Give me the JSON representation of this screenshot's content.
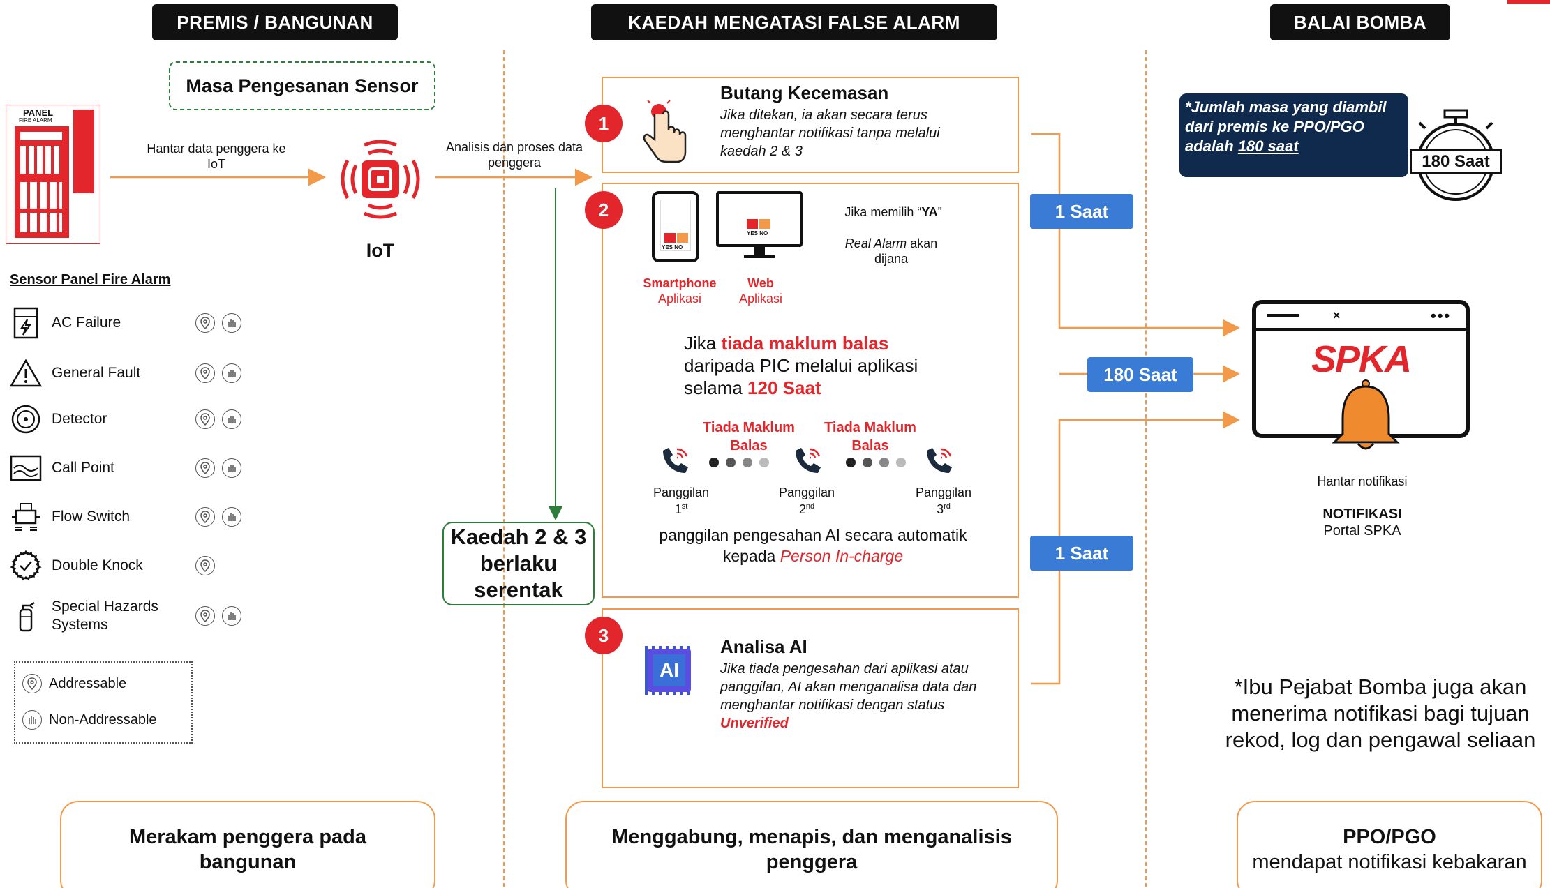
{
  "headers": {
    "left": "PREMIS / BANGUNAN",
    "center": "KAEDAH MENGATASI FALSE ALARM",
    "right": "BALAI BOMBA"
  },
  "left": {
    "sensor_period": "Masa Pengesanan Sensor",
    "panel_title": "PANEL",
    "panel_sub": "FIRE ALARM",
    "send_data": "Hantar data penggera ke IoT",
    "iot_label": "IoT",
    "sensor_panel_title": "Sensor Panel Fire Alarm",
    "sensors": [
      {
        "label": "AC Failure",
        "icon": "plug-icon",
        "addressable": true,
        "non_addressable": true
      },
      {
        "label": "General Fault",
        "icon": "warning-icon",
        "addressable": true,
        "non_addressable": true
      },
      {
        "label": "Detector",
        "icon": "detector-icon",
        "addressable": true,
        "non_addressable": true
      },
      {
        "label": "Call Point",
        "icon": "call-point-icon",
        "addressable": true,
        "non_addressable": true
      },
      {
        "label": "Flow Switch",
        "icon": "flow-switch-icon",
        "addressable": true,
        "non_addressable": true
      },
      {
        "label": "Double Knock",
        "icon": "double-knock-icon",
        "addressable": true,
        "non_addressable": false
      },
      {
        "label": "Special Hazards Systems",
        "icon": "extinguisher-icon",
        "addressable": true,
        "non_addressable": true
      }
    ],
    "legend": {
      "addressable": "Addressable",
      "non_addressable": "Non-Addressable"
    },
    "footer": "Merakam penggera pada bangunan"
  },
  "center": {
    "analysis_label": "Analisis dan proses data penggera",
    "step1": {
      "number": "1",
      "title": "Butang Kecemasan",
      "desc": "Jika ditekan, ia akan secara terus menghantar notifikasi tanpa melalui kaedah 2 & 3"
    },
    "step2": {
      "number": "2",
      "app_yes_no": "YES NO",
      "smartphone": "Smartphone",
      "smartphone_sub": "Aplikasi",
      "web": "Web",
      "web_sub": "Aplikasi",
      "if_yes_prefix": "Jika memilih “",
      "if_yes_bold": "YA",
      "if_yes_suffix": "”",
      "real_alarm_ital": "Real Alarm",
      "real_alarm_rest": " akan dijana",
      "no_reply_1": "Jika ",
      "no_reply_red": "tiada maklum balas",
      "no_reply_2": "daripada PIC melalui aplikasi",
      "no_reply_3": "selama ",
      "no_reply_red2": "120 Saat",
      "tiada_maklum_balas": "Tiada Maklum Balas",
      "call_1": "Panggilan",
      "call_1_ord": "1",
      "call_1_sup": "st",
      "call_2": "Panggilan",
      "call_2_ord": "2",
      "call_2_sup": "nd",
      "call_3": "Panggilan",
      "call_3_ord": "3",
      "call_3_sup": "rd",
      "ai_call_1": "panggilan pengesahan AI secara automatik",
      "ai_call_2": "kepada ",
      "ai_call_red": "Person In-charge"
    },
    "kaedah": "Kaedah 2 & 3 berlaku serentak",
    "step3": {
      "number": "3",
      "ai_badge": "AI",
      "title": "Analisa AI",
      "desc": "Jika tiada pengesahan dari aplikasi atau panggilan, AI akan menganalisa data dan menghantar notifikasi dengan status",
      "status": "Unverified"
    },
    "footer": "Menggabung, menapis, dan menganalisis penggera"
  },
  "times": {
    "t1": "1 Saat",
    "t2": "180 Saat",
    "t3": "1 Saat"
  },
  "right": {
    "note_line1": "*Jumlah masa yang diambil dari premis ke PPO/PGO adalah ",
    "note_underline": "180 saat",
    "stopwatch_label": "180 Saat",
    "spka": "SPKA",
    "send_notif": "Hantar notifikasi",
    "notif_title": "NOTIFIKASI",
    "notif_sub": "Portal SPKA",
    "officer_note": "*Ibu Pejabat Bomba juga akan menerima notifikasi bagi tujuan rekod, log dan pengawal seliaan",
    "footer_title": "PPO/PGO",
    "footer_sub": "mendapat notifikasi kebakaran"
  },
  "colors": {
    "orange": "#f39a4a",
    "red": "#e3262b",
    "blue": "#3a7bd5",
    "navy": "#0f2a4d",
    "green": "#2e7d3b"
  }
}
